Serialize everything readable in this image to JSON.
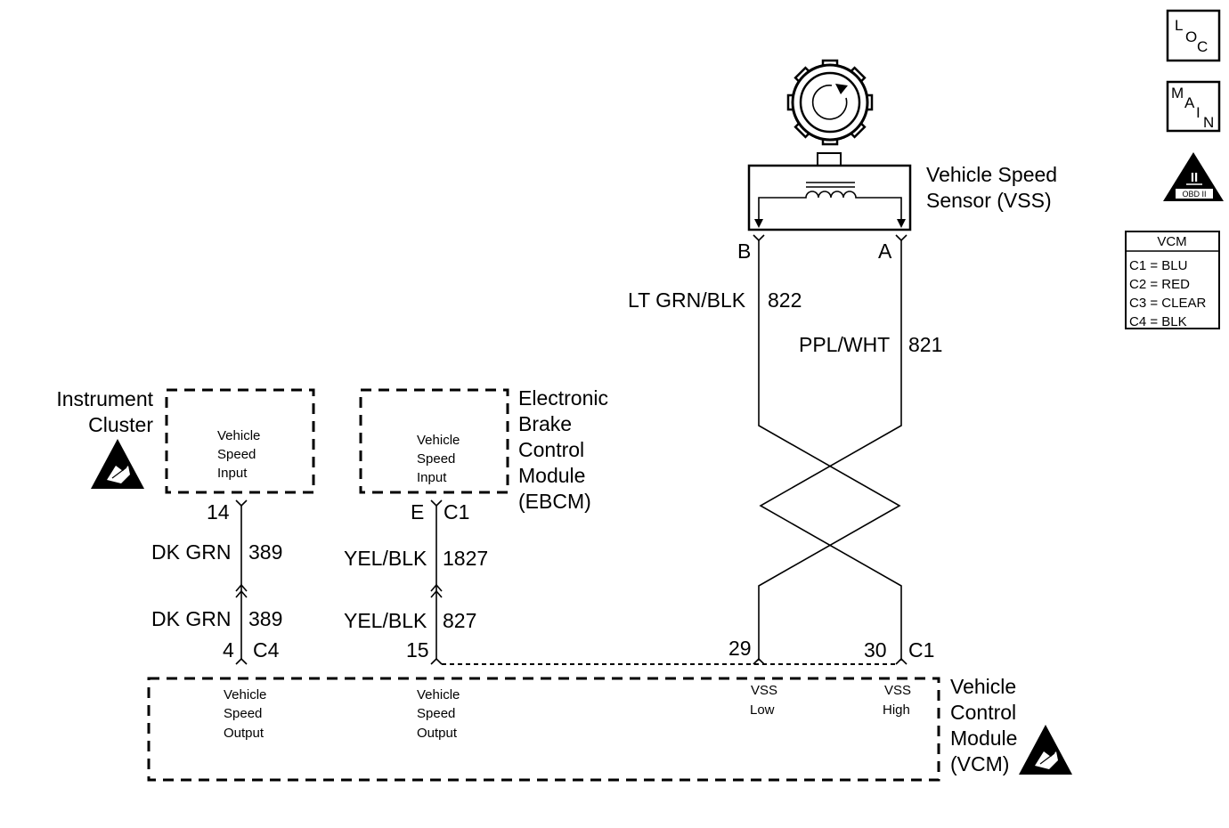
{
  "icons": {
    "loc": {
      "l1": "L",
      "l2": "O",
      "l3": "C"
    },
    "main": {
      "l1": "M",
      "l2": "A",
      "l3": "I",
      "l4": "N"
    },
    "obd": {
      "numeral": "II",
      "label": "OBD II"
    }
  },
  "vcm_legend": {
    "title": "VCM",
    "rows": [
      "C1 = BLU",
      "C2 = RED",
      "C3 = CLEAR",
      "C4 = BLK"
    ]
  },
  "vss": {
    "name_line1": "Vehicle Speed",
    "name_line2": "Sensor (VSS)",
    "pin_b": "B",
    "pin_a": "A"
  },
  "wires": {
    "vss_b": {
      "color": "LT GRN/BLK",
      "circuit": "822"
    },
    "vss_a": {
      "color": "PPL/WHT",
      "circuit": "821"
    },
    "ic_upper": {
      "color": "DK GRN",
      "circuit": "389"
    },
    "ic_lower": {
      "color": "DK GRN",
      "circuit": "389"
    },
    "ebcm_upper": {
      "color": "YEL/BLK",
      "circuit": "1827"
    },
    "ebcm_lower": {
      "color": "YEL/BLK",
      "circuit": "827"
    }
  },
  "instrument_cluster": {
    "name_line1": "Instrument",
    "name_line2": "Cluster",
    "func_line1": "Vehicle",
    "func_line2": "Speed",
    "func_line3": "Input",
    "pin": "14"
  },
  "ebcm": {
    "name_lines": [
      "Electronic",
      "Brake",
      "Control",
      "Module",
      "(EBCM)"
    ],
    "func_line1": "Vehicle",
    "func_line2": "Speed",
    "func_line3": "Input",
    "pin": "E",
    "connector": "C1"
  },
  "vcm": {
    "name_lines": [
      "Vehicle",
      "Control",
      "Module",
      "(VCM)"
    ],
    "pins": {
      "ic_pin": "4",
      "ic_conn": "C4",
      "ebcm_pin": "15",
      "low_pin": "29",
      "high_pin": "30",
      "high_conn": "C1"
    },
    "out1": [
      "Vehicle",
      "Speed",
      "Output"
    ],
    "out2": [
      "Vehicle",
      "Speed",
      "Output"
    ],
    "low": [
      "VSS",
      "Low"
    ],
    "high": [
      "VSS",
      "High"
    ]
  }
}
